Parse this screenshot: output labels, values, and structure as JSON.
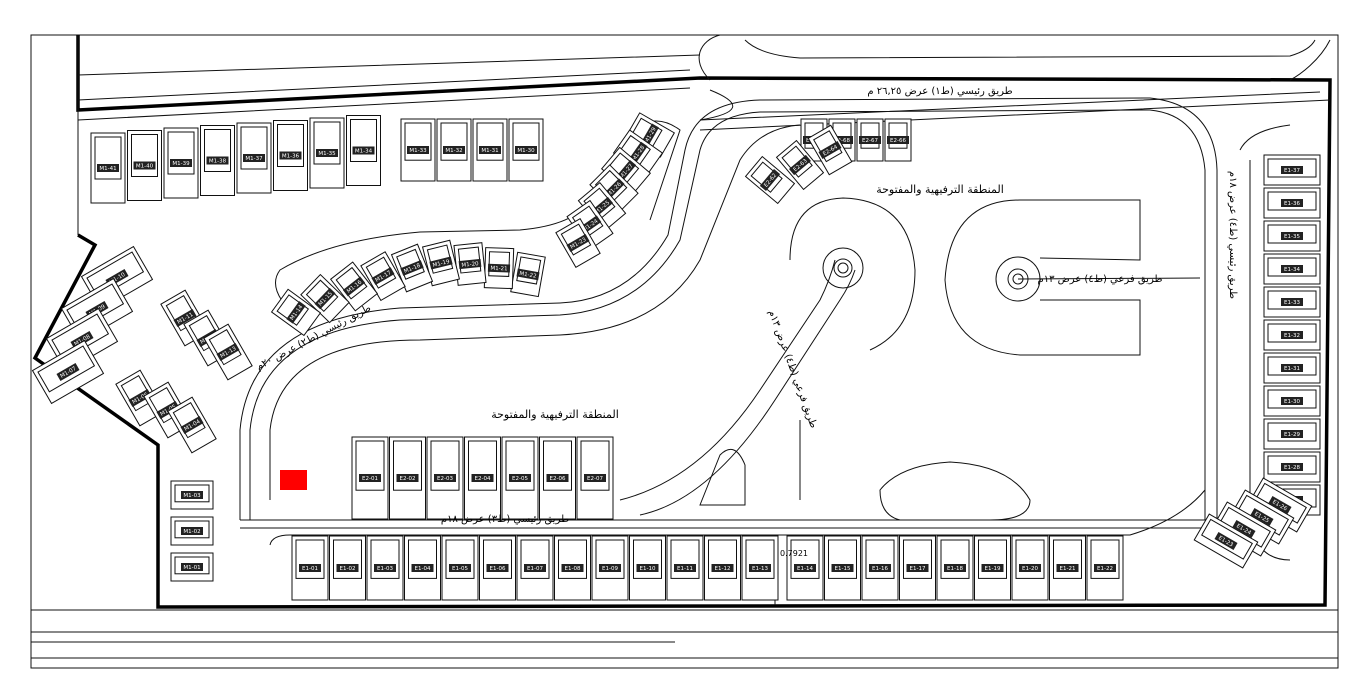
{
  "roads": {
    "main_r1": "طريق رئيسي (ط١) عرض ٢٦,٢٥ م",
    "main_r3": "طريق رئيسي (ط٣) عرض ١٨م",
    "main_r2": "طريق رئيسي (ط٢) عرض ٢٠م",
    "sub_r4_diag": "طريق فرعي (ط٤) عرض ١٣م",
    "sub_r4_right": "طريق فرعي (ط٤) عرض ١٣م",
    "main_r4_vertical": "طريق رئيسي (ط٤) عرض ١٨م"
  },
  "zones": {
    "open_area_1": "المنطقة الترفيهية والمفتوحة",
    "open_area_2": "المنطقة الترفيهية والمفتوحة"
  },
  "dimension_label": "0.7921",
  "highlight_color": "#ff0000",
  "lots": {
    "top_row_m1": [
      "M1-41",
      "M1-40",
      "M1-39",
      "M1-38",
      "M1-37",
      "M1-36",
      "M1-35",
      "M1-34",
      "M1-33",
      "M1-32",
      "M1-31",
      "M1-30"
    ],
    "arc_m1": [
      "M1-29",
      "M1-28",
      "M1-27",
      "M1-26",
      "M1-25",
      "M1-24",
      "M1-23",
      "M1-22",
      "M1-21",
      "M1-20",
      "M1-19",
      "M1-18",
      "M1-17",
      "M1-16",
      "M1-15",
      "M1-14"
    ],
    "left_cluster_m1": [
      "M1-10",
      "M1-09",
      "M1-08",
      "M1-07",
      "M1-11",
      "M1-12",
      "M1-13",
      "M1-06",
      "M1-05",
      "M1-04"
    ],
    "left_column_m1": [
      "M1-03",
      "M1-02",
      "M1-01"
    ],
    "bottom_row_e1": [
      "E1-01",
      "E1-02",
      "E1-03",
      "E1-04",
      "E1-05",
      "E1-06",
      "E1-07",
      "E1-08",
      "E1-09",
      "E1-10",
      "E1-11",
      "E1-12",
      "E1-13",
      "E1-14",
      "E1-15",
      "E1-16",
      "E1-17",
      "E1-18",
      "E1-19",
      "E1-20",
      "E1-21",
      "E1-22"
    ],
    "middle_row_e2": [
      "E2-01",
      "E2-02",
      "E2-03",
      "E2-04",
      "E2-05",
      "E2-06",
      "E2-07"
    ],
    "right_column_e1": [
      "E1-37",
      "E1-36",
      "E1-35",
      "E1-34",
      "E1-33",
      "E1-32",
      "E1-31",
      "E1-30",
      "E1-29",
      "E1-28",
      "E1-27",
      "E1-26",
      "E1-25",
      "E1-24",
      "E1-23"
    ],
    "top_row_e2": [
      "E2-66",
      "E2-67",
      "E2-68",
      "E2-65",
      "E2-64",
      "E2-63",
      "E2-62"
    ]
  }
}
